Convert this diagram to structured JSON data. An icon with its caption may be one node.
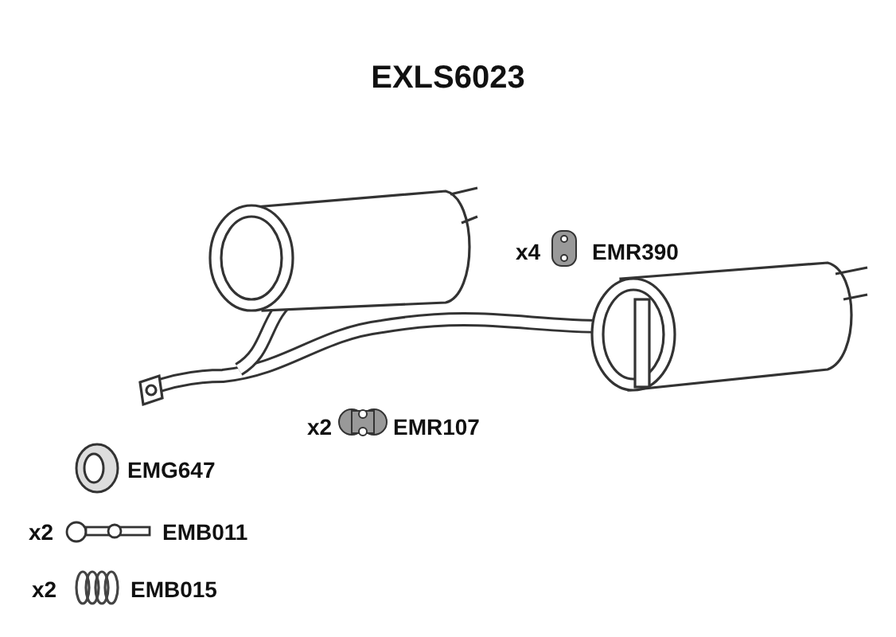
{
  "diagram": {
    "title": "EXLS6023",
    "labels": [
      "x4",
      "EMR390",
      "x2",
      "EMR107",
      "EMG647",
      "x2",
      "EMB011",
      "x2",
      "EMB015"
    ]
  }
}
